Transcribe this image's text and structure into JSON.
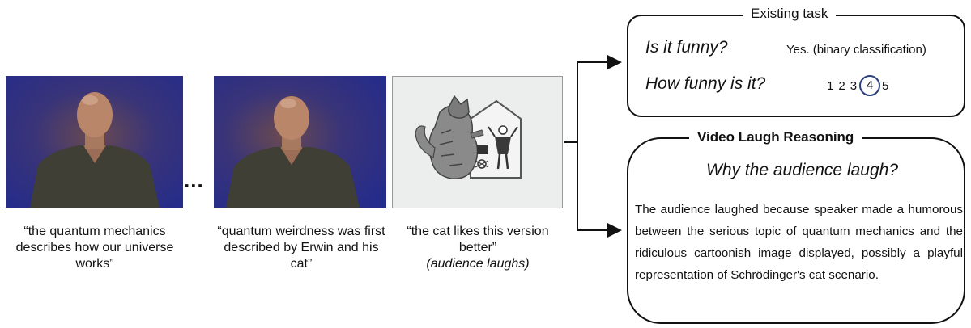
{
  "captions": [
    {
      "text": "“the quantum mechanics describes how our universe works”",
      "note": ""
    },
    {
      "text": "“quantum weirdness was first described by Erwin and his cat”",
      "note": ""
    },
    {
      "text": "“the cat likes this version better”",
      "note": "(audience laughs)"
    }
  ],
  "ellipsis": "...",
  "existing_task": {
    "title": "Existing task",
    "q1": "Is it funny?",
    "a1": "Yes. (binary classification)",
    "q2": "How funny is it?",
    "scale": [
      "1",
      "2",
      "3",
      "4",
      "5"
    ],
    "selected": "4"
  },
  "laugh_reasoning": {
    "title": "Video Laugh Reasoning",
    "question": "Why the audience laugh?",
    "answer": "The audience laughed because speaker made a humorous between the serious topic of quantum mechanics and the ridiculous cartoonish image displayed, possibly a playful representation of Schrödinger's cat scenario."
  },
  "colors": {
    "stage_blue": "#2b3490",
    "shirt": "#3f3f35",
    "skin": "#b9866a",
    "slide_bg": "#eceeed",
    "circle": "#2a3f7a"
  }
}
